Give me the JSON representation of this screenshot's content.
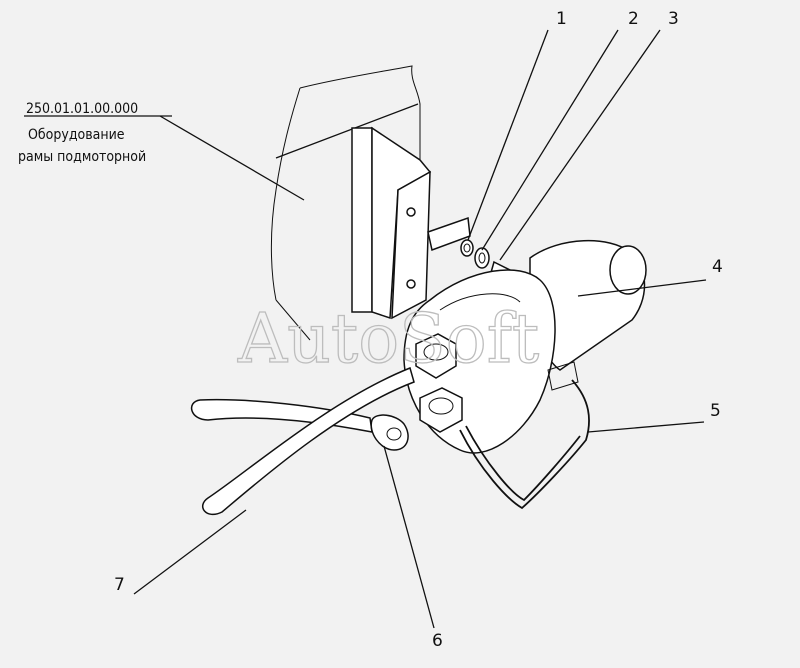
{
  "reference": {
    "number": "250.01.01.00.000",
    "line1": "Оборудование",
    "line2": "рамы подмоторной"
  },
  "callouts": [
    "1",
    "2",
    "3",
    "4",
    "5",
    "6",
    "7"
  ],
  "watermark": "AutoSoft"
}
